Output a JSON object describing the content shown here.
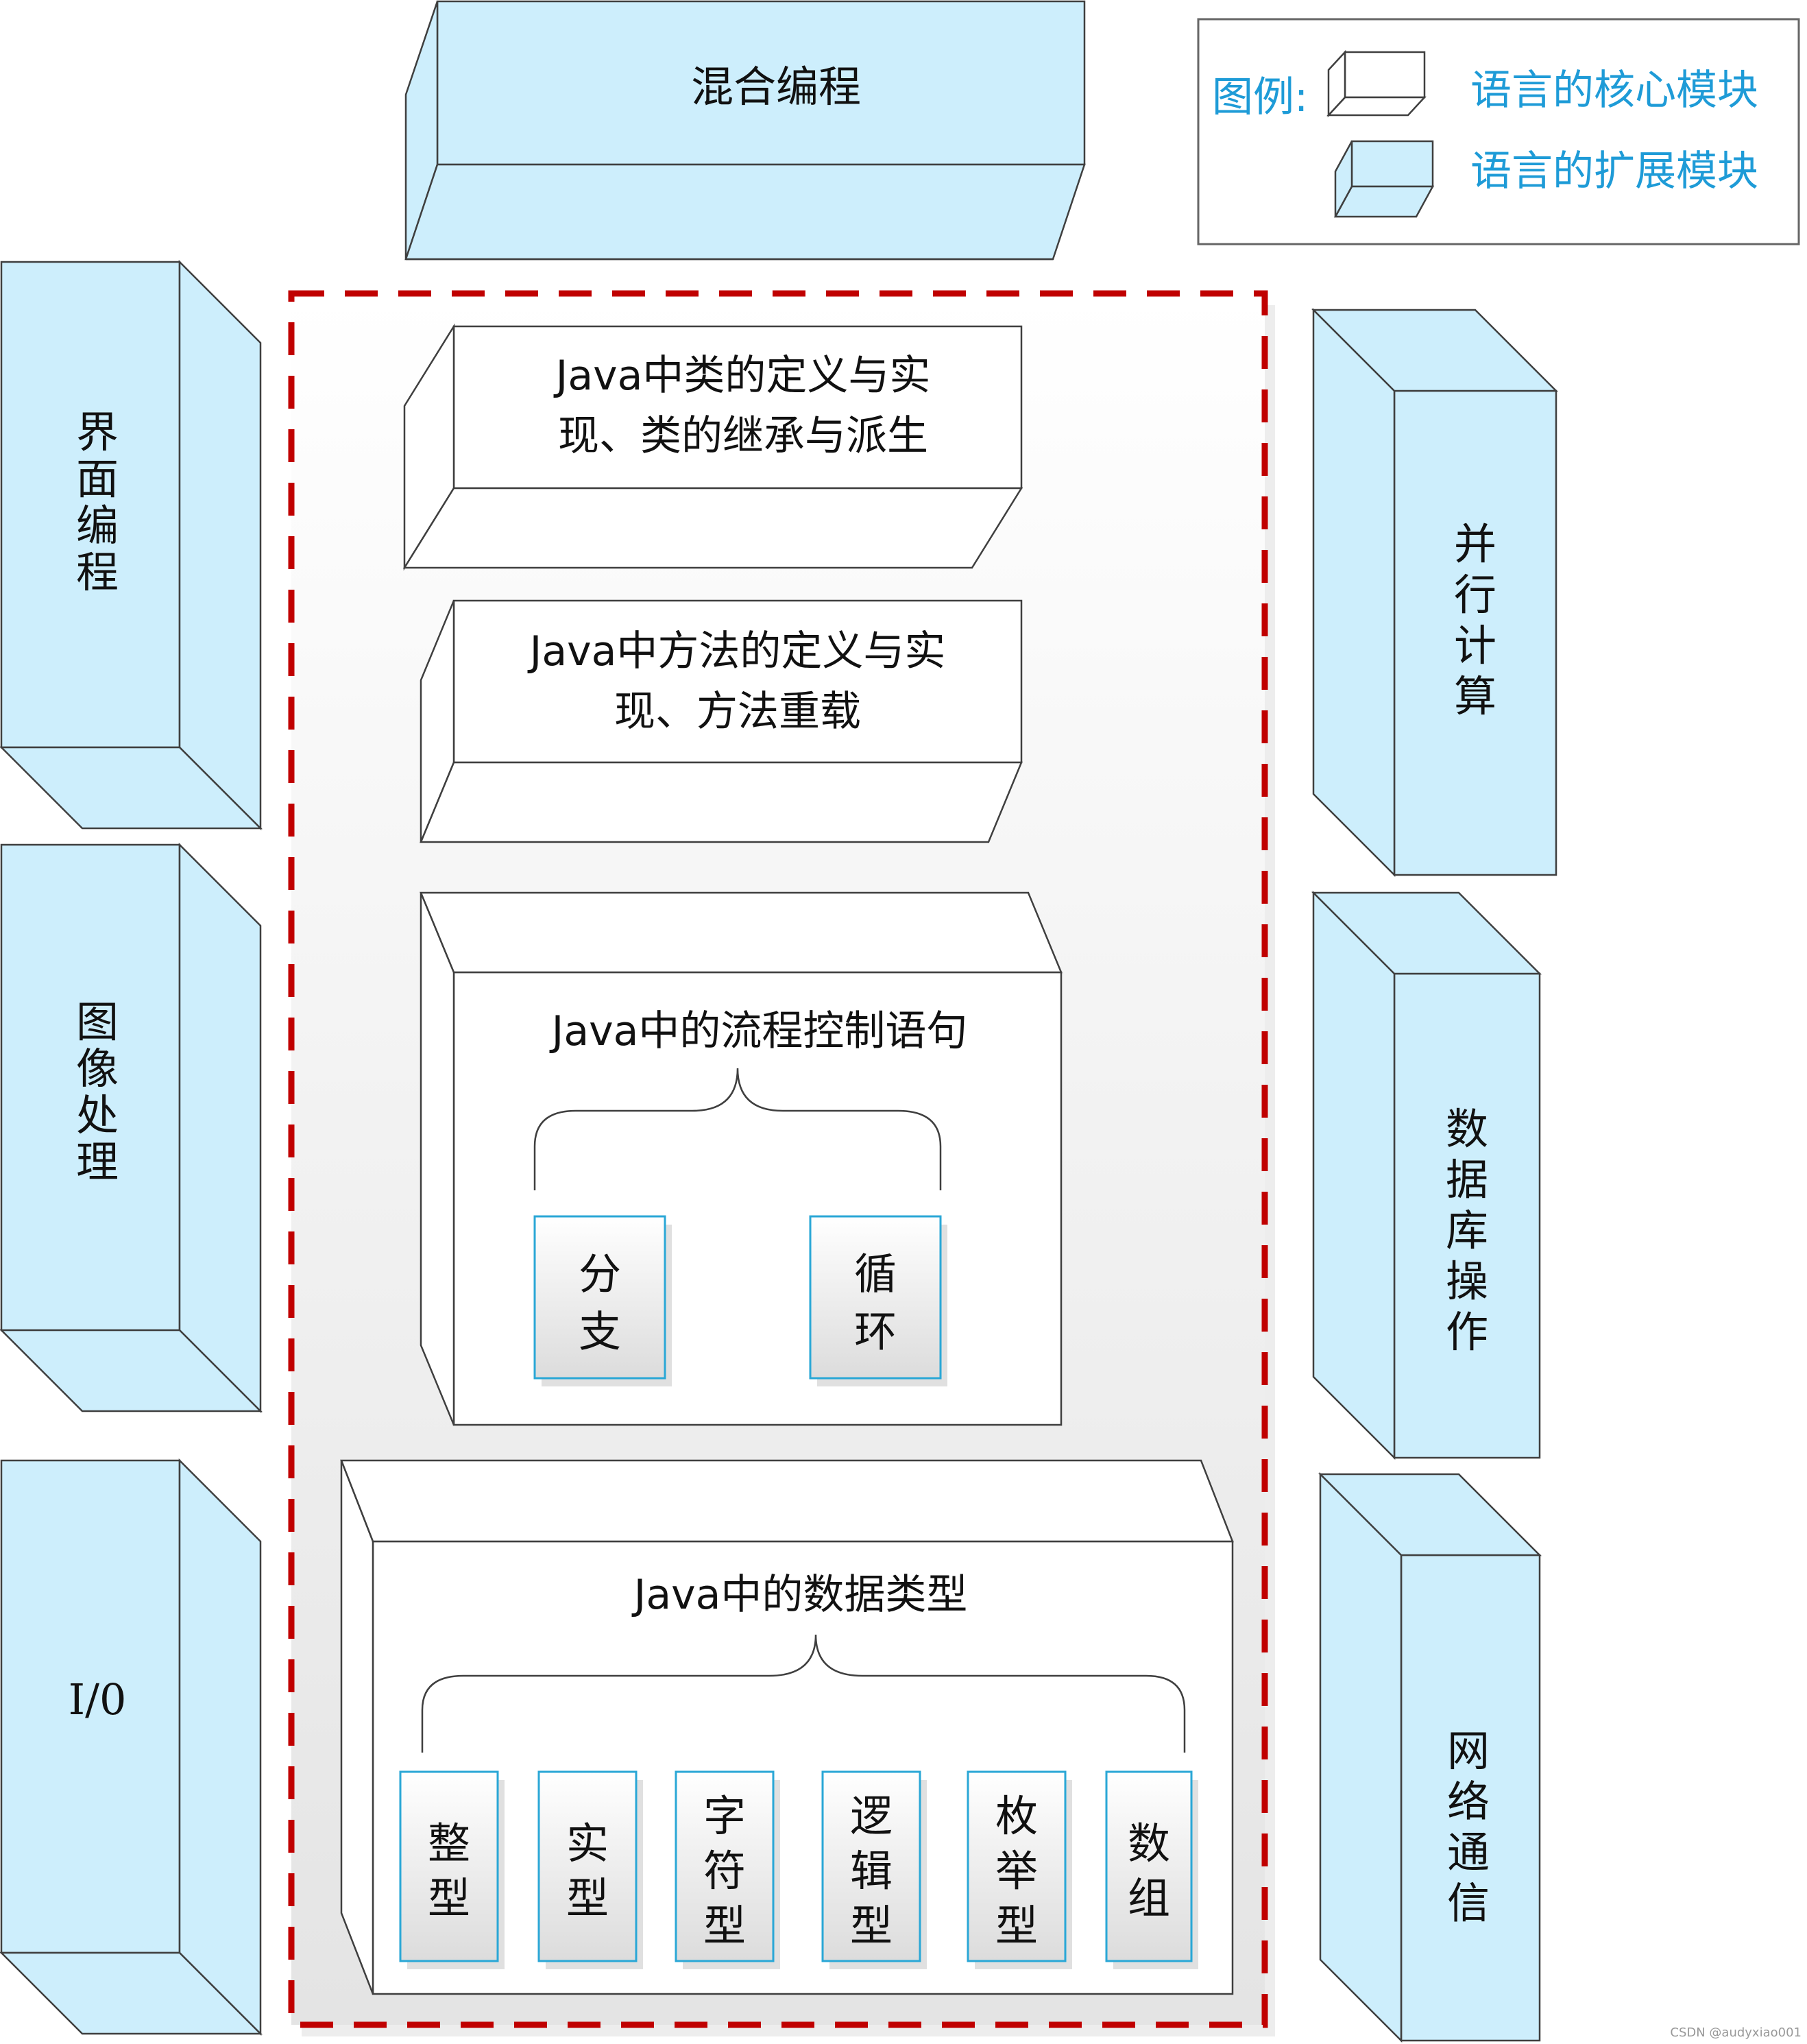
{
  "top_module": {
    "label": "混合编程"
  },
  "legend": {
    "title": "图例:",
    "items": [
      {
        "label": "语言的核心模块",
        "style": "white-box"
      },
      {
        "label": "语言的扩展模块",
        "style": "blue-box"
      }
    ]
  },
  "left_modules": [
    {
      "label": "界面编程"
    },
    {
      "label": "图像处理"
    },
    {
      "label": "I/0"
    }
  ],
  "right_modules": [
    {
      "label": "并行计算"
    },
    {
      "label": "数据库操作"
    },
    {
      "label": "网络通信"
    }
  ],
  "core": {
    "class_def": {
      "lines": [
        "Java中类的定义与实",
        "现、类的继承与派生"
      ]
    },
    "method_def": {
      "lines": [
        "Java中方法的定义与实",
        "现、方法重载"
      ]
    },
    "control_flow": {
      "title": "Java中的流程控制语句",
      "children": [
        {
          "label": "分支"
        },
        {
          "label": "循环"
        }
      ]
    },
    "data_types": {
      "title": "Java中的数据类型",
      "children": [
        {
          "label": "整型"
        },
        {
          "label": "实型"
        },
        {
          "label": "字符型"
        },
        {
          "label": "逻辑型"
        },
        {
          "label": "枚举型"
        },
        {
          "label": "数组"
        }
      ]
    }
  },
  "colors": {
    "extension_fill": "#cdeefc",
    "core_fill": "#ffffff",
    "frame_stroke": "#c00000",
    "legend_text": "#1e9bd7",
    "small_box_stroke": "#2aa7d6"
  },
  "watermark": "CSDN @audyxiao001"
}
